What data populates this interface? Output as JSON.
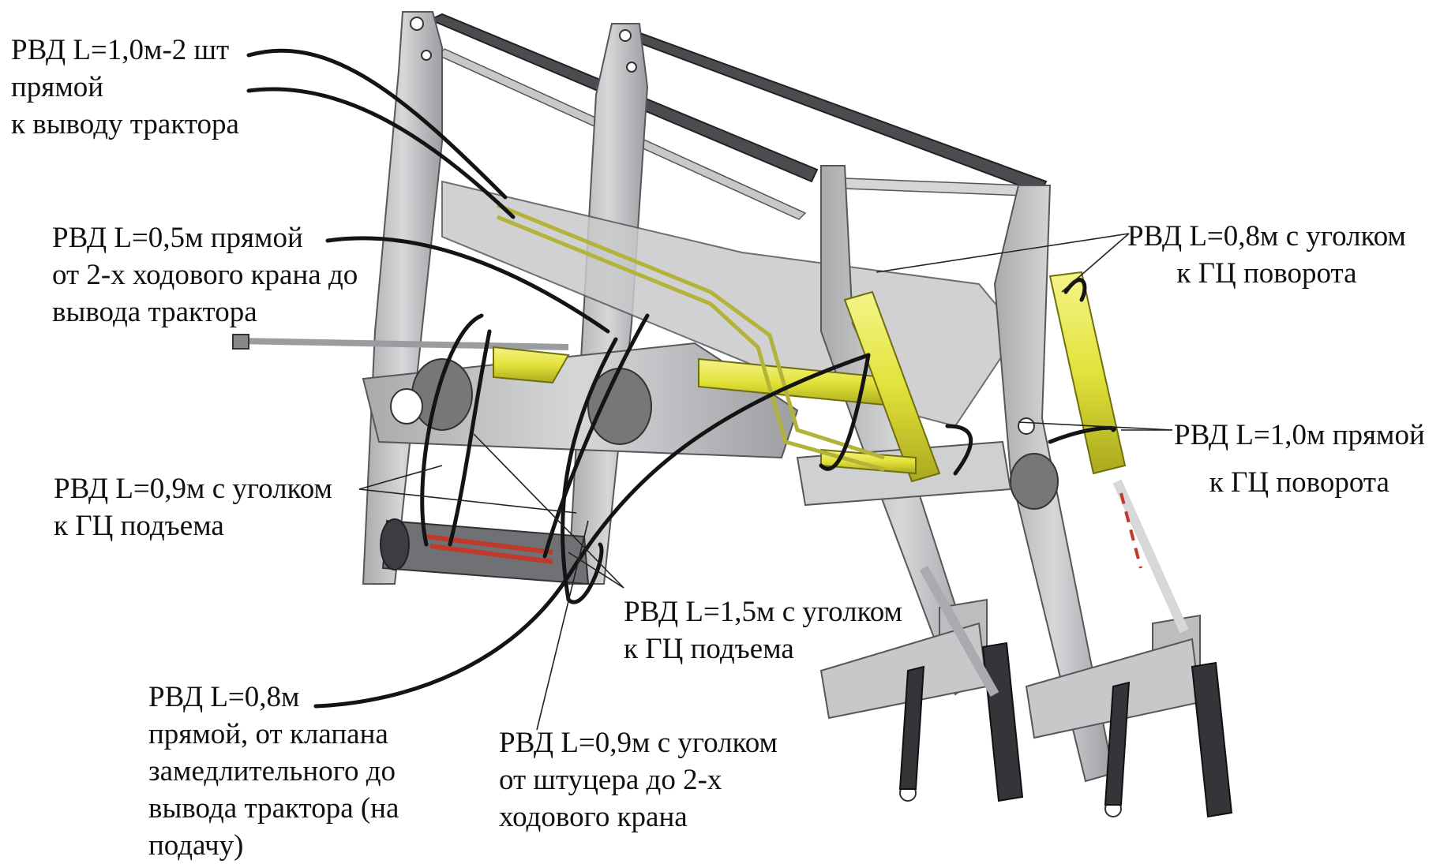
{
  "labels": {
    "hose_1_0_x2": [
      "РВД L=1,0м-2 шт",
      "прямой",
      "к выводу трактора"
    ],
    "hose_0_5": [
      "РВД L=0,5м прямой",
      "от 2-х ходового крана до",
      "вывода трактора"
    ],
    "hose_0_8_turn": [
      "РВД L=0,8м с уголком",
      "к ГЦ поворота"
    ],
    "hose_1_0_turn": [
      "РВД L=1,0м прямой",
      "к ГЦ поворота"
    ],
    "hose_0_9_lift": [
      "РВД L=0,9м с уголком",
      "к ГЦ подъема"
    ],
    "hose_1_5_lift": [
      "РВД L=1,5м с уголком",
      "к ГЦ подъема"
    ],
    "hose_0_8_valve": [
      "РВД L=0,8м",
      "прямой, от клапана",
      "замедлительного до",
      "вывода трактора (на",
      "подачу)"
    ],
    "hose_0_9_fitting": [
      "РВД L=0,9м с уголком",
      "от штуцера до 2-х",
      "ходового крана"
    ]
  },
  "colors": {
    "frame": "#bfc0c2",
    "frame_edge": "#55575a",
    "cylinder": "#e2e23a",
    "hose": "#141414",
    "crossbar": "#4a4c4f"
  }
}
